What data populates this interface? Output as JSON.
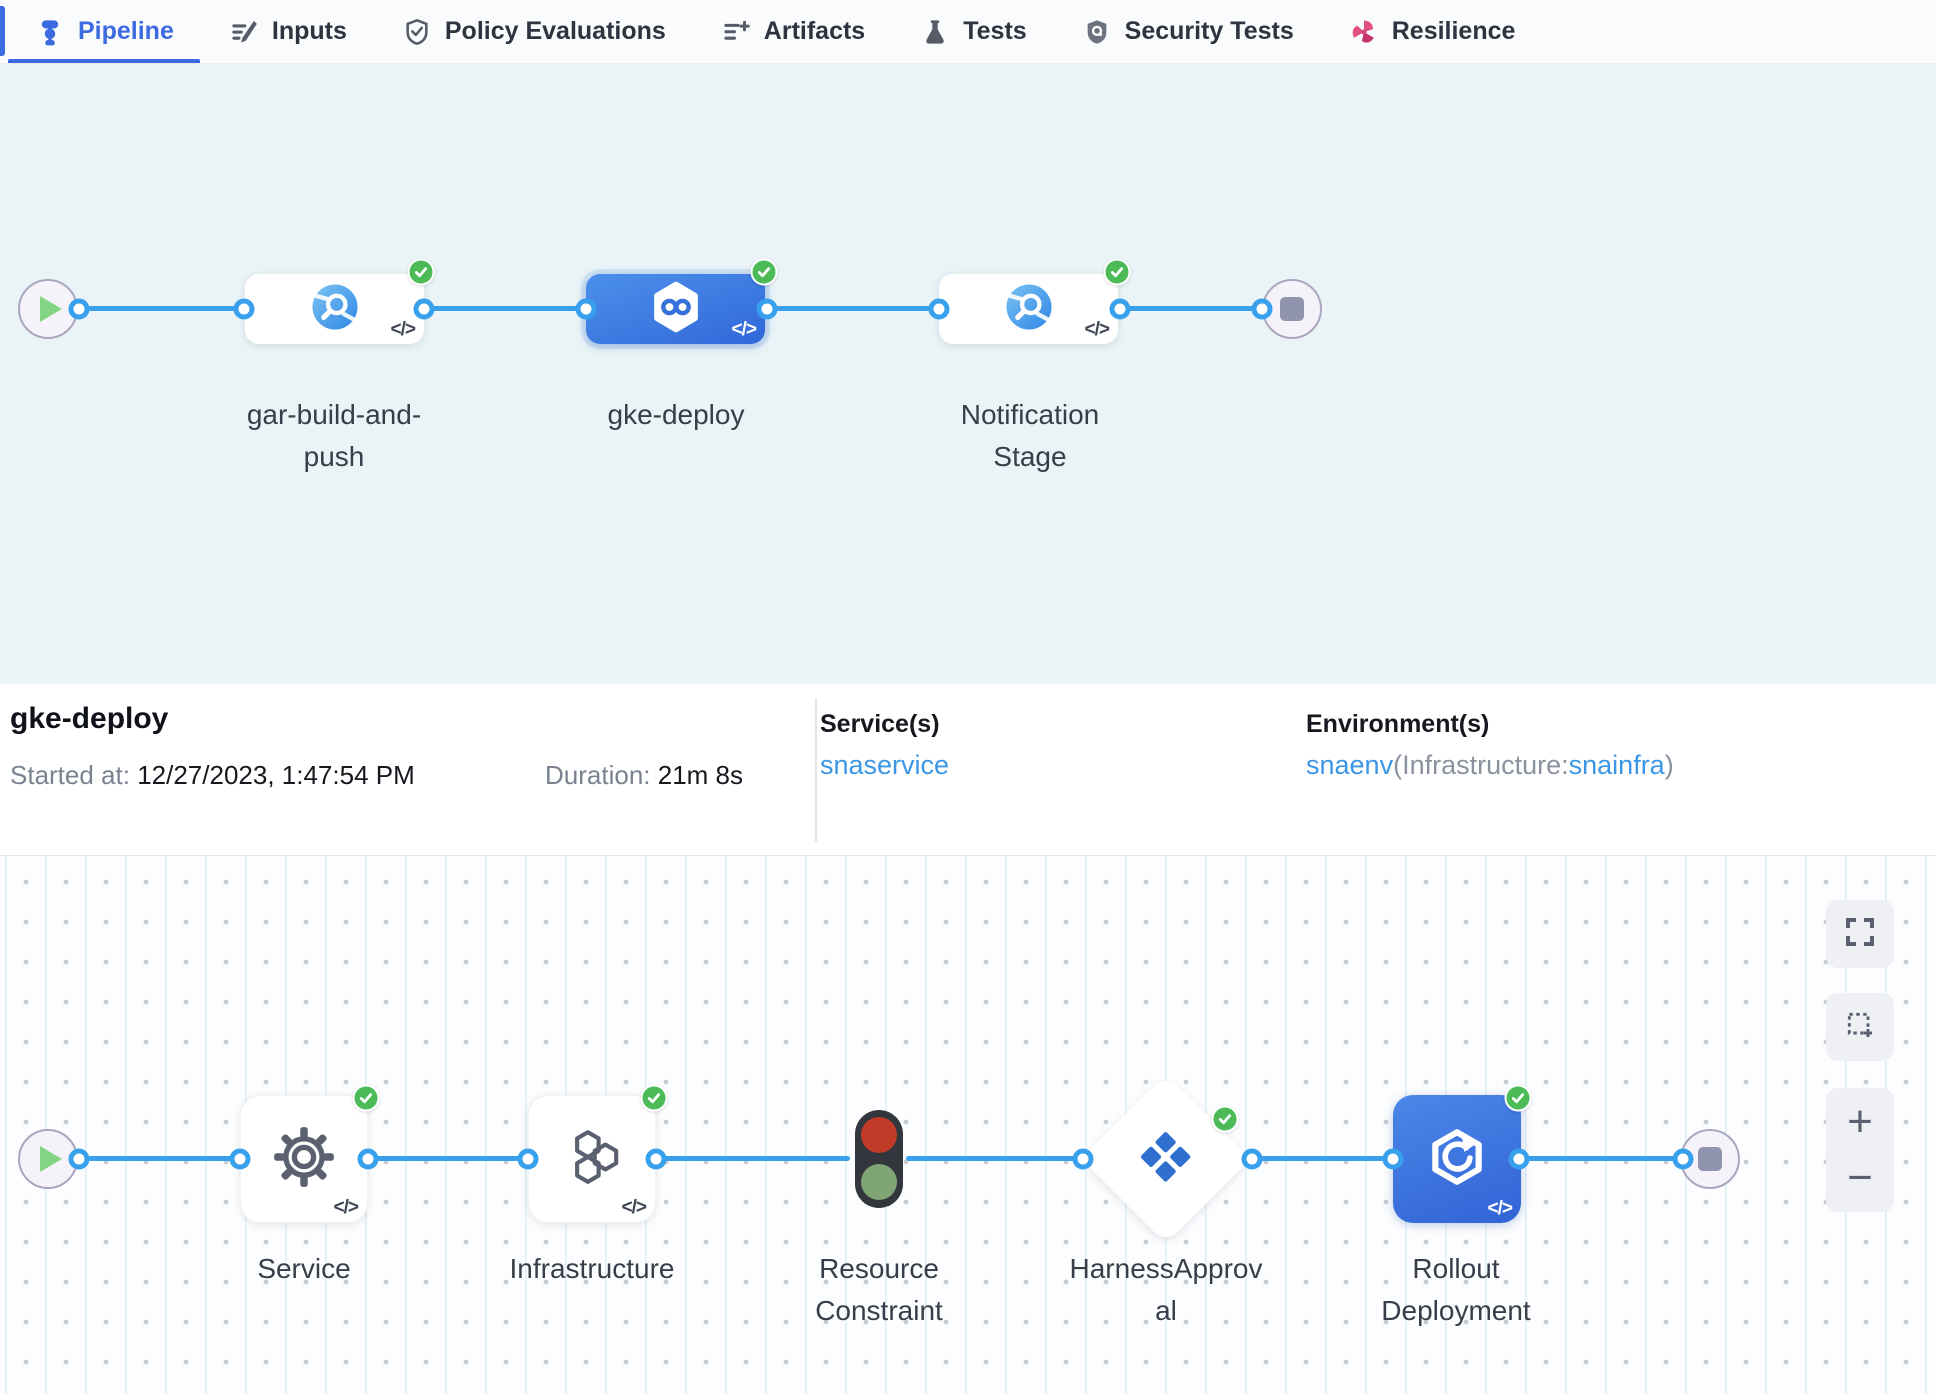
{
  "tab_bar": {
    "tabs": [
      {
        "label": "Pipeline",
        "icon": "pipeline-icon",
        "active": true
      },
      {
        "label": "Inputs",
        "icon": "inputs-icon",
        "active": false
      },
      {
        "label": "Policy Evaluations",
        "icon": "policy-evaluations-icon",
        "active": false
      },
      {
        "label": "Artifacts",
        "icon": "artifacts-icon",
        "active": false
      },
      {
        "label": "Tests",
        "icon": "tests-icon",
        "active": false
      },
      {
        "label": "Security Tests",
        "icon": "security-tests-icon",
        "active": false
      },
      {
        "label": "Resilience",
        "icon": "resilience-icon",
        "active": false
      }
    ]
  },
  "glyphs": {
    "code": "</>"
  },
  "stage_graph": {
    "stages": [
      {
        "name": "gar-build-and-push",
        "icon": "build-stage-icon",
        "status": "success",
        "selected": false
      },
      {
        "name": "gke-deploy",
        "icon": "deploy-stage-icon",
        "status": "success",
        "selected": true
      },
      {
        "name": "Notification Stage",
        "icon": "custom-stage-icon",
        "status": "success",
        "selected": false
      }
    ]
  },
  "details": {
    "title": "gke-deploy",
    "started_label": "Started at:",
    "started_value": "12/27/2023, 1:47:54 PM",
    "duration_label": "Duration:",
    "duration_value": "21m 8s",
    "services_label": "Service(s)",
    "service_link": "snaservice",
    "environments_label": "Environment(s)",
    "environment_link": "snaenv",
    "environment_infra_prefix": "(Infrastructure:",
    "environment_infra_link": "snainfra",
    "environment_suffix": ")"
  },
  "execution_graph": {
    "steps": [
      {
        "name": "Service",
        "icon": "gear-icon",
        "status": "success"
      },
      {
        "name": "Infrastructure",
        "icon": "hexagons-icon",
        "status": "success"
      },
      {
        "name": "Resource Constraint",
        "icon": "traffic-light-icon",
        "status": "none"
      },
      {
        "name": "HarnessApproval",
        "icon": "approval-diamond-icon",
        "status": "success"
      },
      {
        "name": "Rollout Deployment",
        "icon": "rollout-deployment-icon",
        "status": "success"
      }
    ]
  },
  "zoom_controls": {
    "zoom_in": "+",
    "zoom_out": "−"
  },
  "colors": {
    "accent_blue": "#3c6ae0",
    "edge_blue": "#38a0ec",
    "link_blue": "#3b97e6",
    "success_green": "#4cbb57",
    "selected_stage_blue": "#3d7ce2",
    "resilience_pink": "#d8447c",
    "stage_canvas_bg": "#eaf4f7"
  }
}
